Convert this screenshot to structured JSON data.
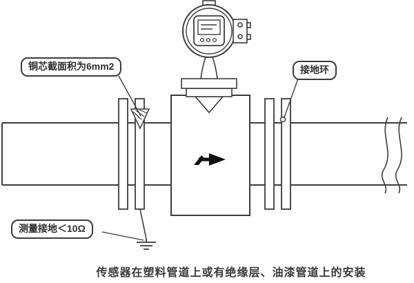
{
  "labels": {
    "copper_core": "铜芯截面积为6mm2",
    "grounding_ring": "接地环",
    "measurement_ground": "测量接地＜10Ω"
  },
  "caption": "传感器在塑料管道上或有绝缘层、油漆管道上的安装",
  "colors": {
    "line": "#3b3b3b",
    "background": "#fefefe",
    "arrow": "#111111"
  }
}
